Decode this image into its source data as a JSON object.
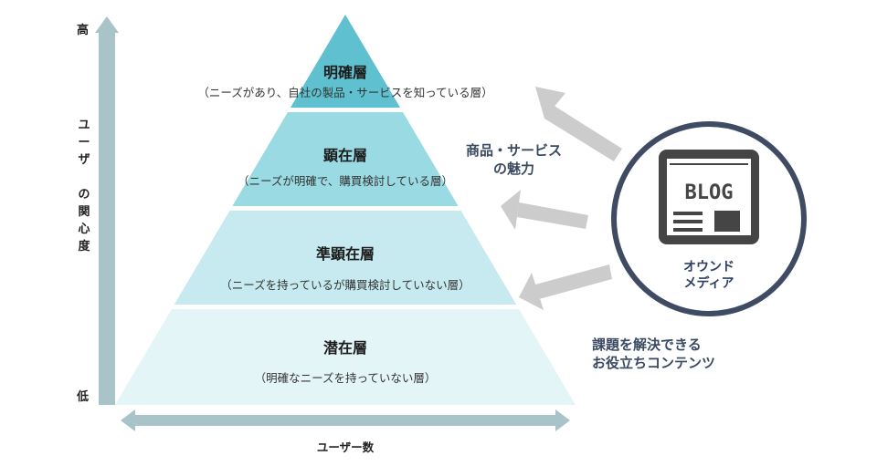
{
  "axis": {
    "top_label": "高",
    "bottom_label": "低",
    "vertical_label": [
      "ユ",
      "ー",
      "ザ",
      "",
      "の",
      "関",
      "心",
      "度"
    ],
    "horizontal_label": "ユーザー数"
  },
  "layers": [
    {
      "title": "明確層",
      "description": "（ニーズがあり、自社の製品・サービスを知っている層）",
      "color": "#5fc1cf"
    },
    {
      "title": "顕在層",
      "description": "（ニーズが明確で、購買検討している層）",
      "color": "#9adae3"
    },
    {
      "title": "準顕在層",
      "description": "（ニーズを持っているが購買検討していない層）",
      "color": "#c6eaef"
    },
    {
      "title": "潜在層",
      "description": "（明確なニーズを持っていない層）",
      "color": "#e4f5f7"
    }
  ],
  "callouts": {
    "product_appeal": [
      "商品・サービス",
      "の魅力"
    ],
    "helpful_content": [
      "課題を解決できる",
      "お役立ちコンテンツ"
    ]
  },
  "media": {
    "icon_text": "BLOG",
    "label": [
      "オウンド",
      "メディア"
    ]
  },
  "colors": {
    "axis": "#a8c4c8",
    "arrow": "#cccccc",
    "circle_border": "#3f4b62",
    "blog_icon": "#454545"
  }
}
